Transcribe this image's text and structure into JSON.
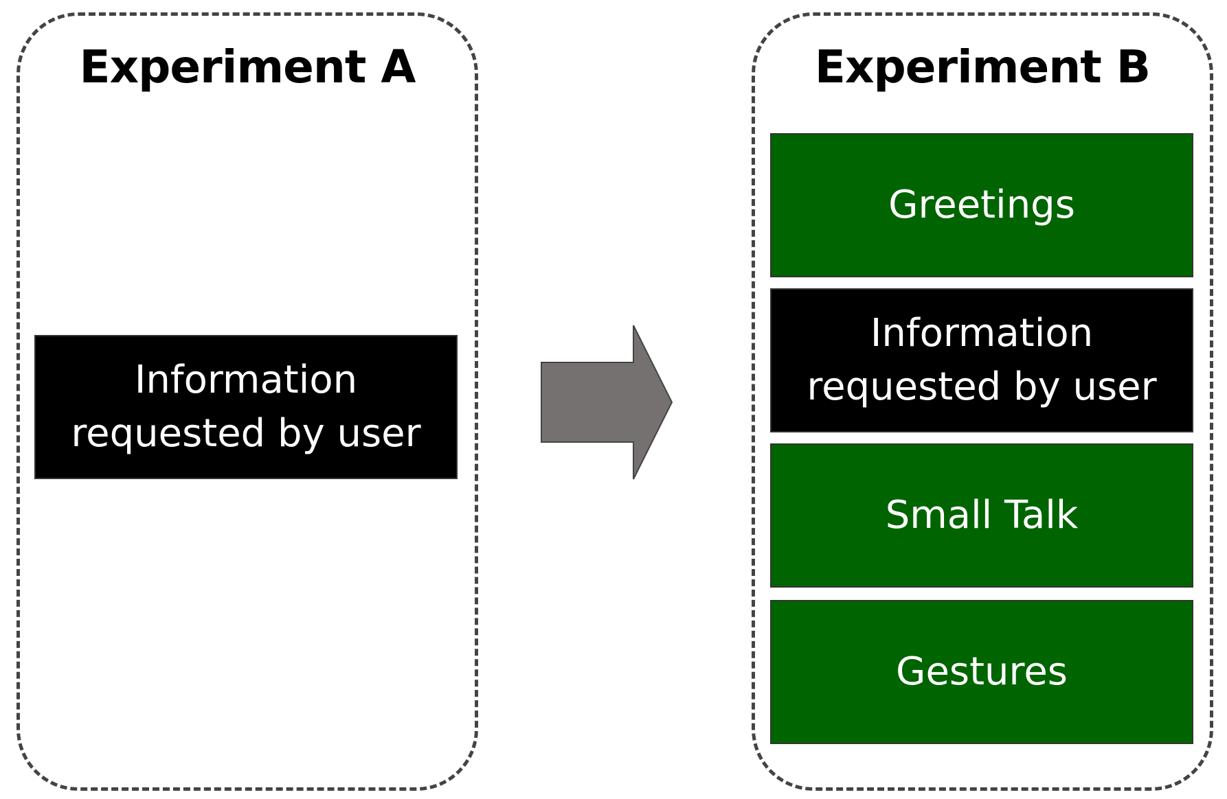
{
  "experiment_a": {
    "title": "Experiment A",
    "blocks": [
      {
        "label_line1": "Information",
        "label_line2": "requested by user",
        "color": "#000000"
      }
    ]
  },
  "experiment_b": {
    "title": "Experiment B",
    "blocks": [
      {
        "label": "Greetings",
        "color": "#006400"
      },
      {
        "label_line1": "Information",
        "label_line2": "requested by user",
        "color": "#000000"
      },
      {
        "label": "Small Talk",
        "color": "#006400"
      },
      {
        "label": "Gestures",
        "color": "#006400"
      }
    ]
  },
  "arrow": {
    "direction": "right",
    "color": "#757170"
  },
  "colors": {
    "panel_border": "#444444",
    "green_block": "#006400",
    "black_block": "#000000",
    "block_text": "#ffffff"
  }
}
